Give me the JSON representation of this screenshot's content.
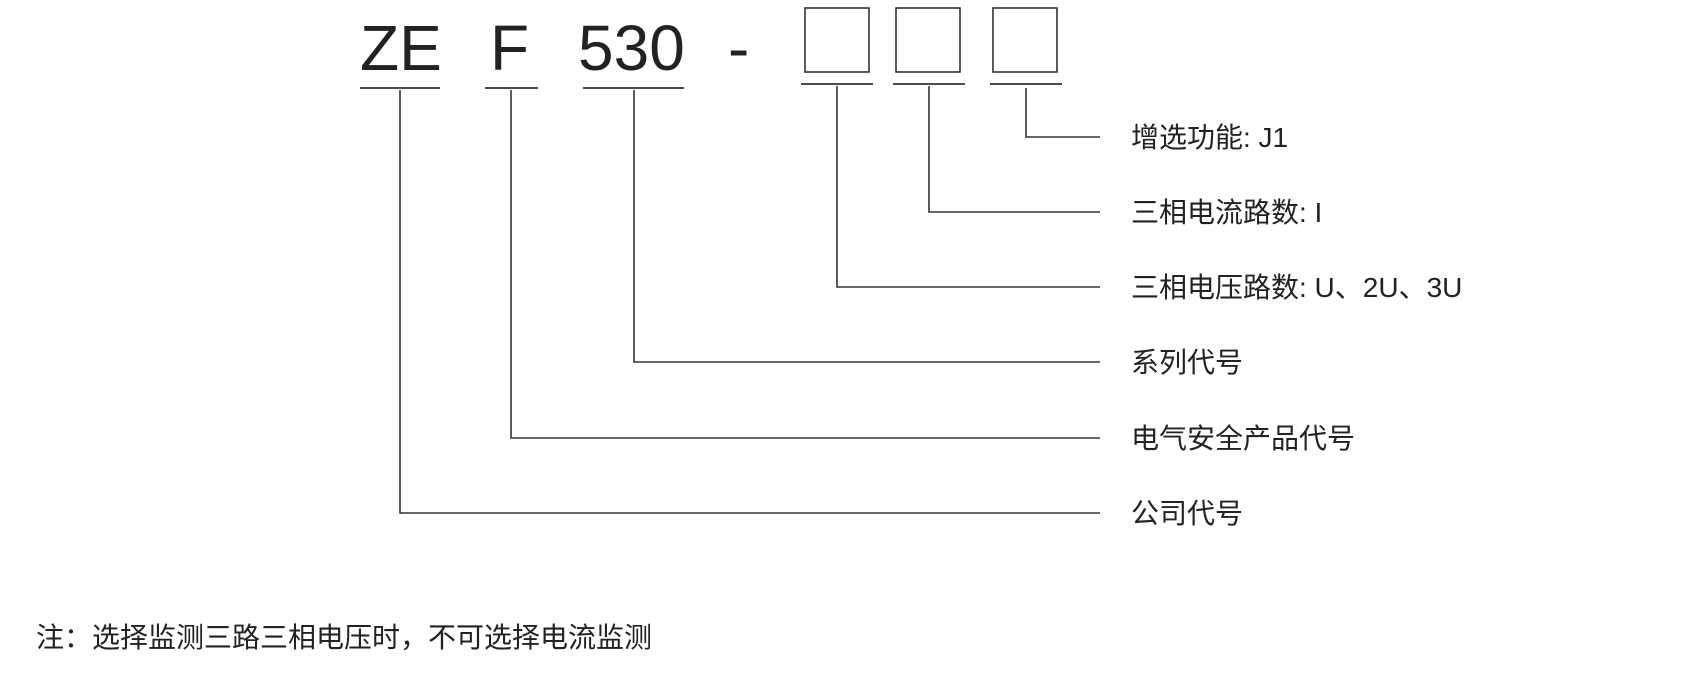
{
  "model_code": {
    "seg_company": "ZE",
    "seg_product": "F",
    "seg_series": "530",
    "separator": "-"
  },
  "labels": {
    "option": "增选功能: J1",
    "current": "三相电流路数: I",
    "voltage": "三相电压路数: U、2U、3U",
    "series": "系列代号",
    "product": "电气安全产品代号",
    "company": "公司代号"
  },
  "note": "注：选择监测三路三相电压时，不可选择电流监测"
}
